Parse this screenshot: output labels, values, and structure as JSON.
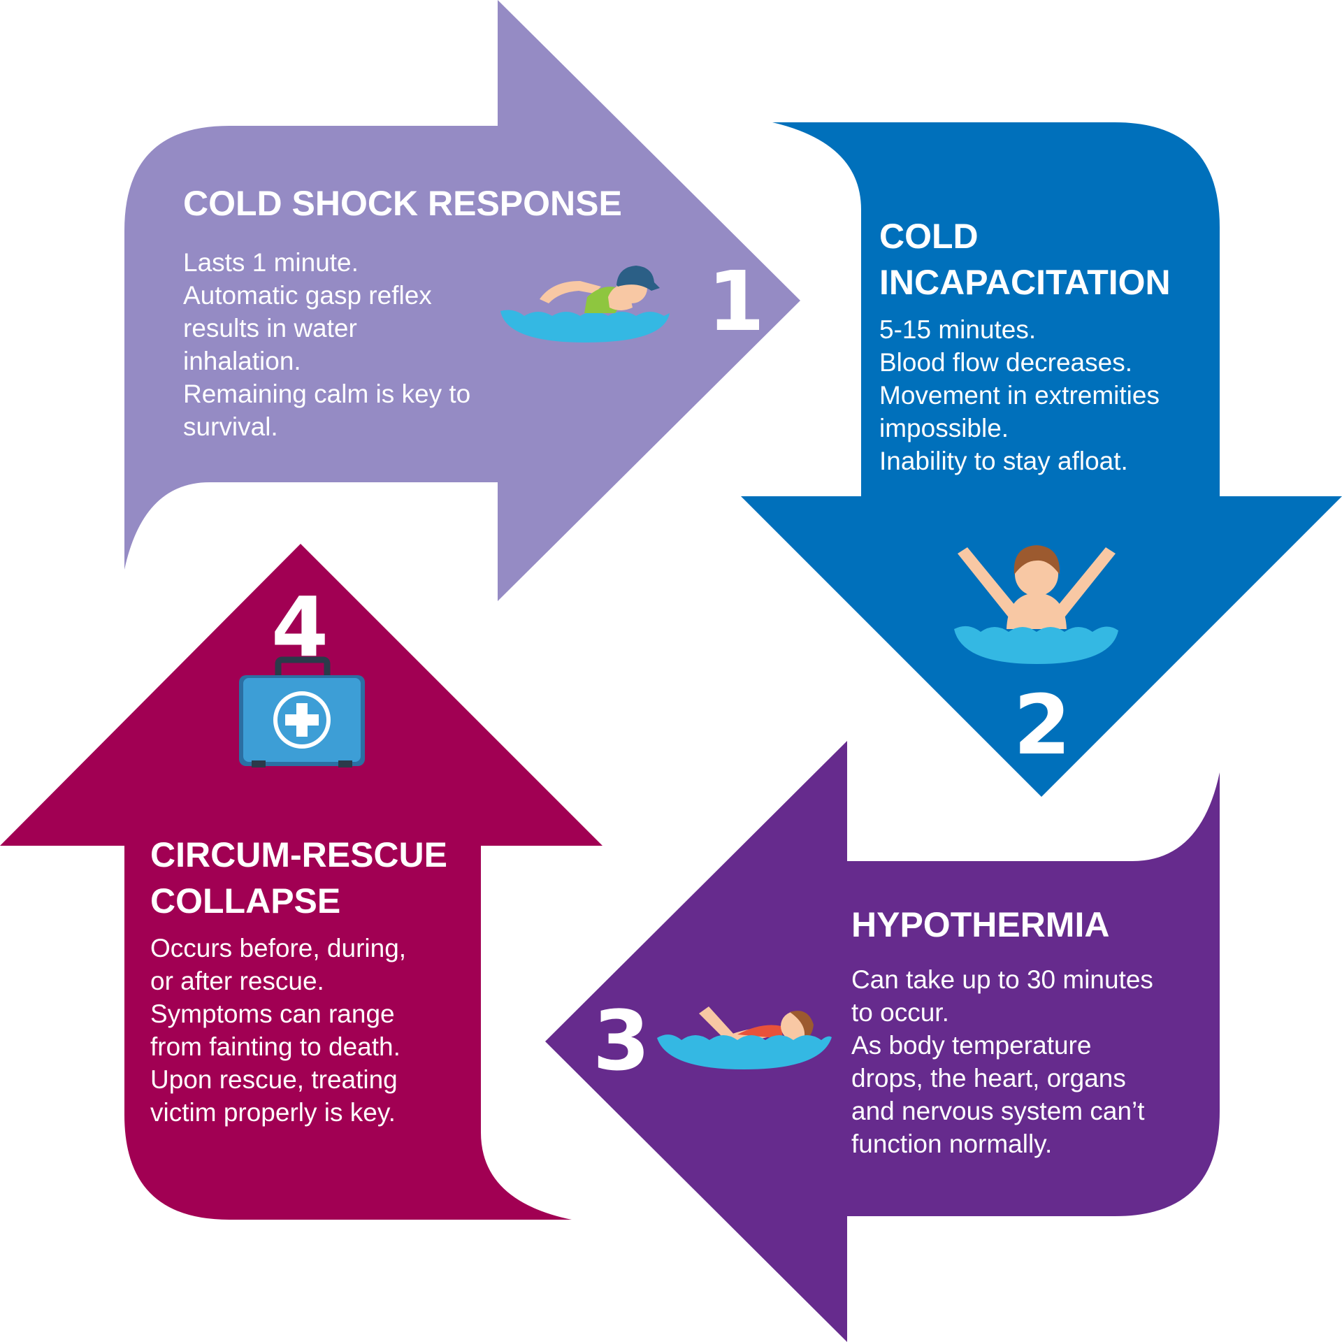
{
  "colors": {
    "step1": "#958bc4",
    "step2": "#0070bb",
    "step3": "#662b8d",
    "step4": "#a10053",
    "water": "#34b8e3",
    "skin": "#f8c8a4",
    "kit": "#3d9ed6"
  },
  "steps": [
    {
      "number": "1",
      "title": [
        "COLD SHOCK RESPONSE"
      ],
      "lines": [
        "Lasts 1 minute.",
        "Automatic gasp reflex",
        "results in water",
        "inhalation.",
        "Remaining calm is key to",
        "survival."
      ],
      "icon": "swimmer-crawl-icon"
    },
    {
      "number": "2",
      "title": [
        "COLD",
        "INCAPACITATION"
      ],
      "lines": [
        "5-15 minutes.",
        "Blood flow decreases.",
        "Movement in extremities",
        "impossible.",
        "Inability to stay afloat."
      ],
      "icon": "drowning-person-icon"
    },
    {
      "number": "3",
      "title": [
        "HYPOTHERMIA"
      ],
      "lines": [
        "Can take up to 30 minutes",
        "to occur.",
        "As body temperature",
        "drops, the heart, organs",
        "and nervous system can’t",
        "function normally."
      ],
      "icon": "floating-person-icon"
    },
    {
      "number": "4",
      "title": [
        "CIRCUM-RESCUE",
        "COLLAPSE"
      ],
      "lines": [
        "Occurs before, during,",
        "or after rescue.",
        "Symptoms can range",
        "from fainting to death.",
        "Upon rescue, treating",
        "victim properly is key."
      ],
      "icon": "first-aid-kit-icon"
    }
  ]
}
